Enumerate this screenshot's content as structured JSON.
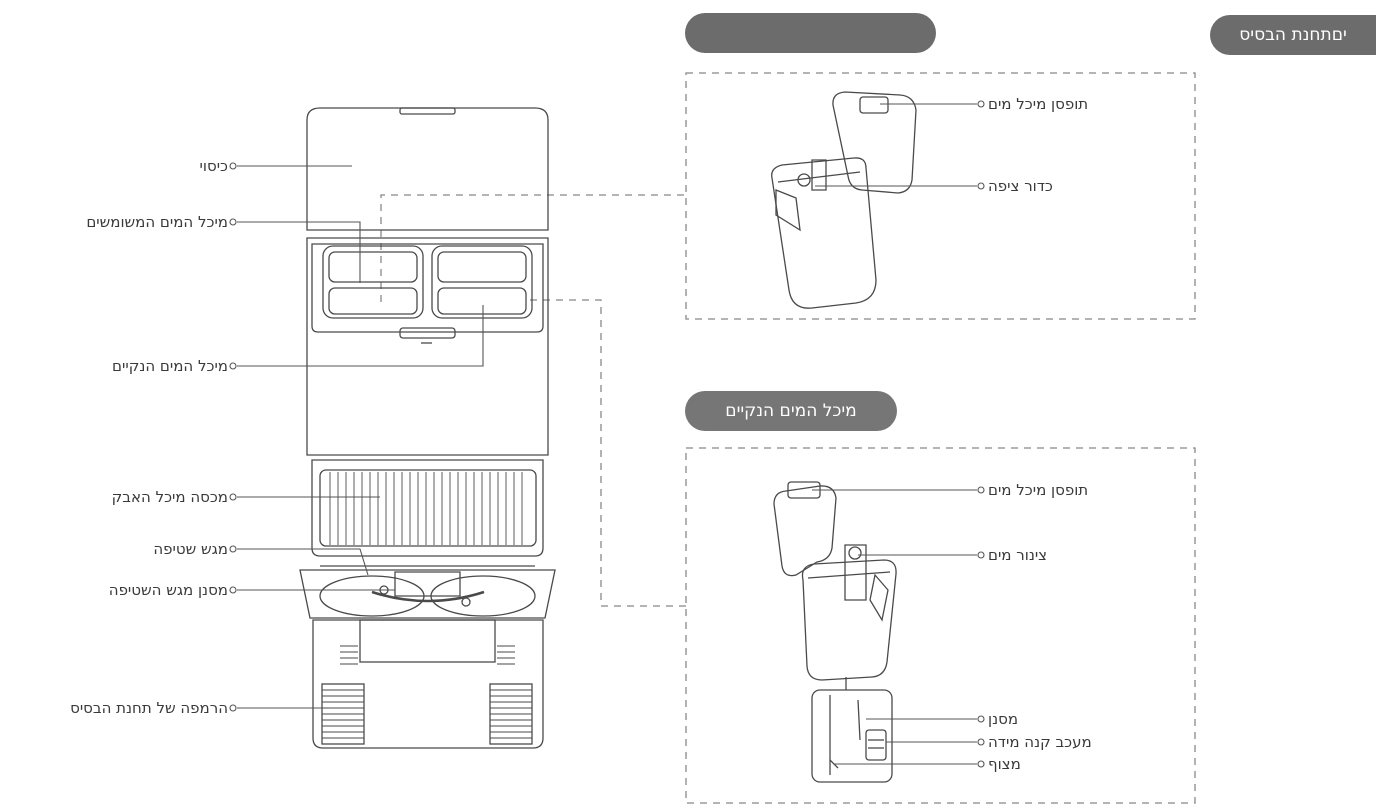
{
  "headers": {
    "base_station": "יםתחנת הבסיס",
    "dirty_tank_header": "",
    "clean_tank_header": "מיכל המים הנקיים"
  },
  "left_labels": {
    "cover": "כיסוי",
    "dirty_tank": "מיכל המים המשומשים",
    "clean_tank": "מיכל המים הנקיים",
    "dust_bin_cover": "מכסה מיכל האבק",
    "wash_tray": "מגש שטיפה",
    "wash_tray_filter": "מסנן מגש השטיפה",
    "ramp": "הרמפה של תחנת הבסיס"
  },
  "dirty_tank_labels": {
    "latch": "תופסן מיכל מים",
    "float_ball": "כדור ציפה"
  },
  "clean_tank_labels": {
    "latch": "תופסן מיכל מים",
    "water_pipe": "צינור מים",
    "filter": "מסנן",
    "gauge_holder": "מעכב קנה מידה",
    "float": "מצוף"
  },
  "colors": {
    "pill": "#6c6c6c",
    "line": "#555555",
    "dashed": "#888888"
  }
}
